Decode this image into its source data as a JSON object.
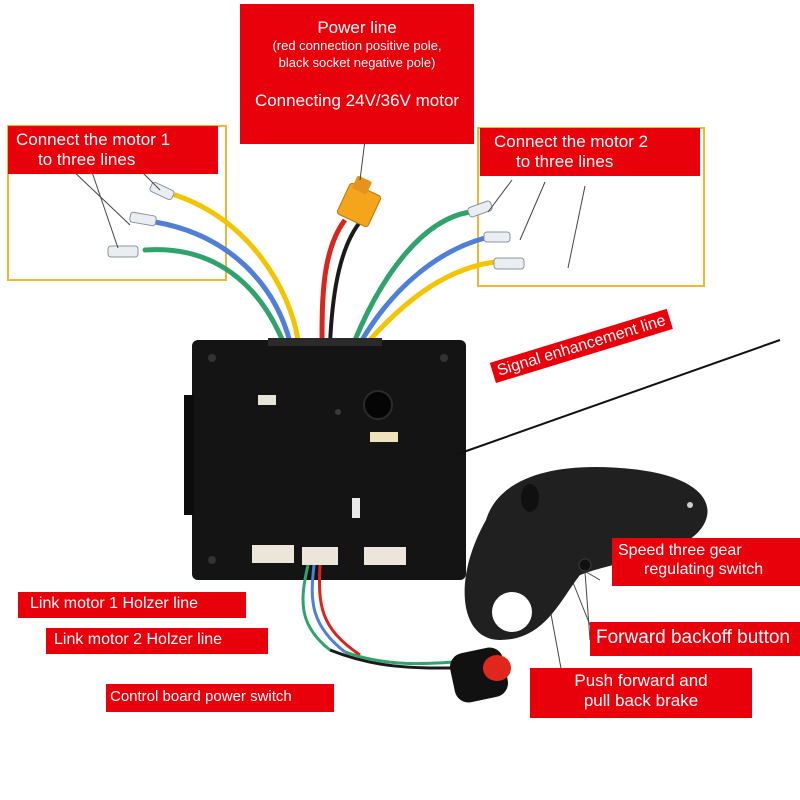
{
  "labels": {
    "power": {
      "line1": "Power line",
      "line2": "(red connection positive pole,",
      "line3": "black socket negative pole)",
      "line4": "Connecting 24V/36V motor"
    },
    "motor1": {
      "line1": "Connect the motor 1",
      "line2": "to three lines"
    },
    "motor2": {
      "line1": "Connect the motor 2",
      "line2": "to three lines"
    },
    "signal": "Signal enhancement line",
    "speed": {
      "line1": "Speed three gear",
      "line2": "regulating switch"
    },
    "forward": "Forward backoff button",
    "push": {
      "line1": "Push forward and",
      "line2": "pull back brake"
    },
    "hall1": "Link motor 1 Holzer line",
    "hall2": "Link motor 2 Holzer line",
    "power_switch": "Control board power switch"
  },
  "colors": {
    "label_bg": "#e8000b",
    "label_text": "#ffffff",
    "outline_box": "#f2b632",
    "wire_yellow": "#f2c500",
    "wire_blue": "#4f7fd6",
    "wire_green": "#2fa36b",
    "wire_red": "#d9261c",
    "connector_xt60": "#f4a51c",
    "board": "#141414",
    "remote": "#202020",
    "button_red": "#e1261c"
  }
}
